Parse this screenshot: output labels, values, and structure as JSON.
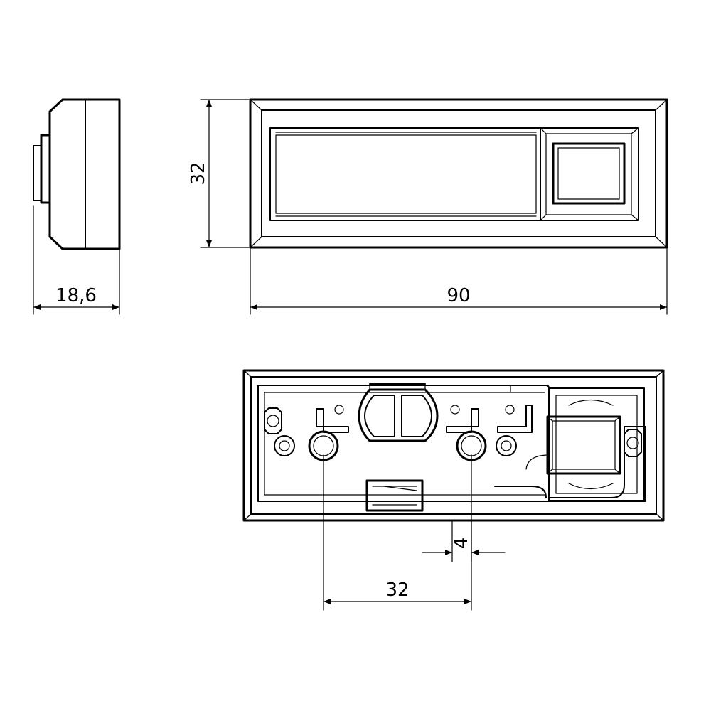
{
  "colors": {
    "line": "#000000",
    "background": "#ffffff"
  },
  "dimensions": {
    "depth": "18,6",
    "height": "32",
    "width": "90",
    "hole_offset": "4",
    "hole_spacing": "32"
  }
}
